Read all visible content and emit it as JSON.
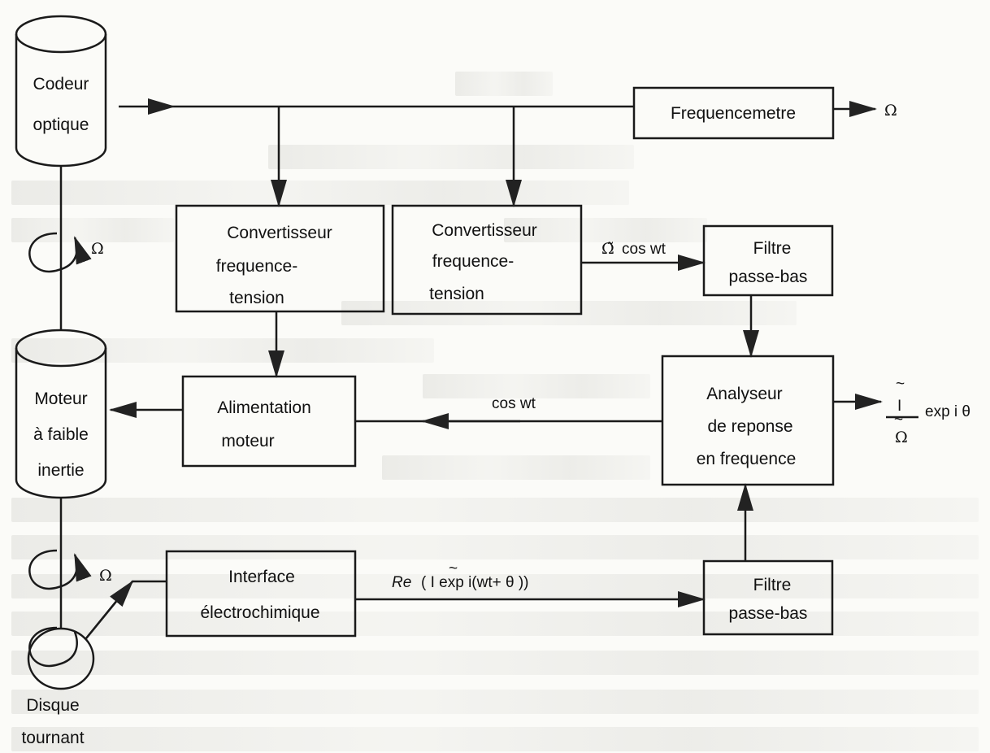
{
  "blocks": {
    "codeur": [
      "Codeur",
      "optique"
    ],
    "moteur": [
      "Moteur",
      "à faible",
      "inertie"
    ],
    "disque": [
      "Disque",
      "tournant"
    ],
    "frequencemetre": "Frequencemetre",
    "conv1": [
      "Convertisseur",
      "frequence-",
      "tension"
    ],
    "conv2": [
      "Convertisseur",
      "frequence-",
      "tension"
    ],
    "filtre_top": [
      "Filtre",
      "passe-bas"
    ],
    "filtre_bottom": [
      "Filtre",
      "passe-bas"
    ],
    "alimentation": [
      "Alimentation",
      "moteur"
    ],
    "analyseur": [
      "Analyseur",
      "de reponse",
      "en frequence"
    ],
    "interface": [
      "Interface",
      "électrochimique"
    ]
  },
  "signals": {
    "omega": "Ω",
    "omega_rotation_top": "Ω",
    "omega_rotation_bottom": "Ω",
    "omega_tilde_cos": "cos wt",
    "cos_wt": "cos wt",
    "re_prefix": "Re",
    "re_expr": "(  I   exp i(wt+ θ ))",
    "output_num": "I",
    "output_den": "Ω",
    "output_exp": "exp i θ"
  }
}
